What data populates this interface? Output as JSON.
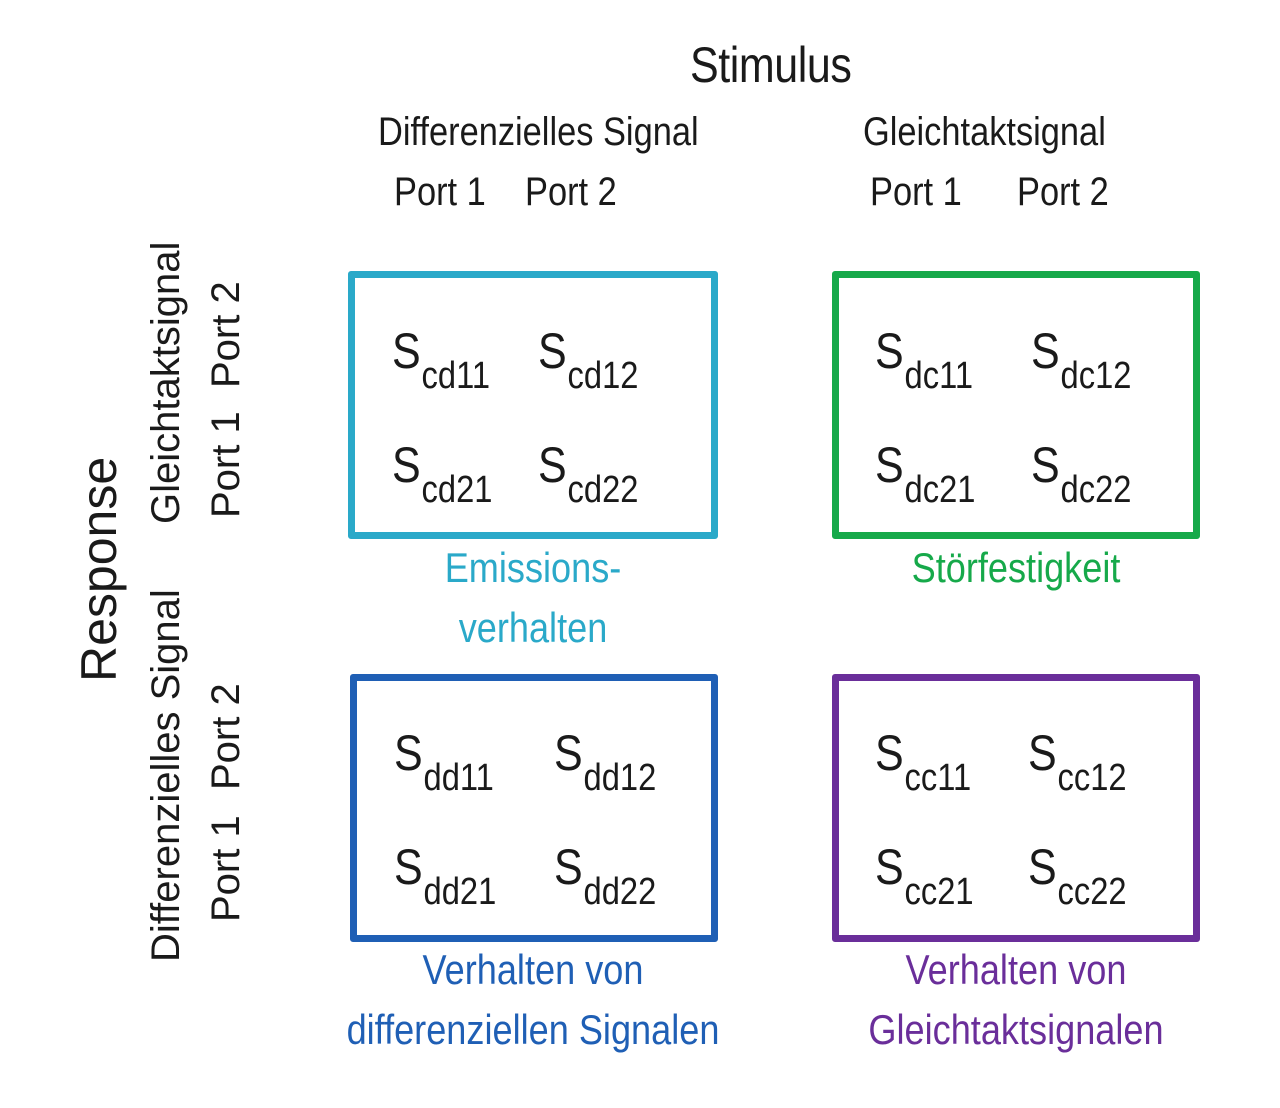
{
  "header": {
    "stimulus": "Stimulus",
    "columns": [
      {
        "group": "Differenzielles Signal",
        "port1": "Port 1",
        "port2": "Port 2"
      },
      {
        "group": "Gleichtaktsignal",
        "port1": "Port 1",
        "port2": "Port 2"
      }
    ]
  },
  "side": {
    "response": "Response",
    "rows": [
      {
        "group": "Gleichtaktsignal",
        "port1": "Port 1",
        "port2": "Port 2"
      },
      {
        "group": "Differenzielles Signal",
        "port1": "Port 1",
        "port2": "Port 2"
      }
    ]
  },
  "quadrants": {
    "cd": {
      "color": "#2aa9c9",
      "s11": {
        "main": "S",
        "sub": "cd11"
      },
      "s12": {
        "main": "S",
        "sub": "cd12"
      },
      "s21": {
        "main": "S",
        "sub": "cd21"
      },
      "s22": {
        "main": "S",
        "sub": "cd22"
      },
      "caption_line1": "Emissions-",
      "caption_line2": "verhalten"
    },
    "dc": {
      "color": "#16a94a",
      "s11": {
        "main": "S",
        "sub": "dc11"
      },
      "s12": {
        "main": "S",
        "sub": "dc12"
      },
      "s21": {
        "main": "S",
        "sub": "dc21"
      },
      "s22": {
        "main": "S",
        "sub": "dc22"
      },
      "caption_line1": "Störfestigkeit"
    },
    "dd": {
      "color": "#1f5fb5",
      "s11": {
        "main": "S",
        "sub": "dd11"
      },
      "s12": {
        "main": "S",
        "sub": "dd12"
      },
      "s21": {
        "main": "S",
        "sub": "dd21"
      },
      "s22": {
        "main": "S",
        "sub": "dd22"
      },
      "caption_line1": "Verhalten von",
      "caption_line2": "differenziellen Signalen"
    },
    "cc": {
      "color": "#6a2e9a",
      "s11": {
        "main": "S",
        "sub": "cc11"
      },
      "s12": {
        "main": "S",
        "sub": "cc12"
      },
      "s21": {
        "main": "S",
        "sub": "cc21"
      },
      "s22": {
        "main": "S",
        "sub": "cc22"
      },
      "caption_line1": "Verhalten von",
      "caption_line2": "Gleichtaktsignalen"
    }
  }
}
